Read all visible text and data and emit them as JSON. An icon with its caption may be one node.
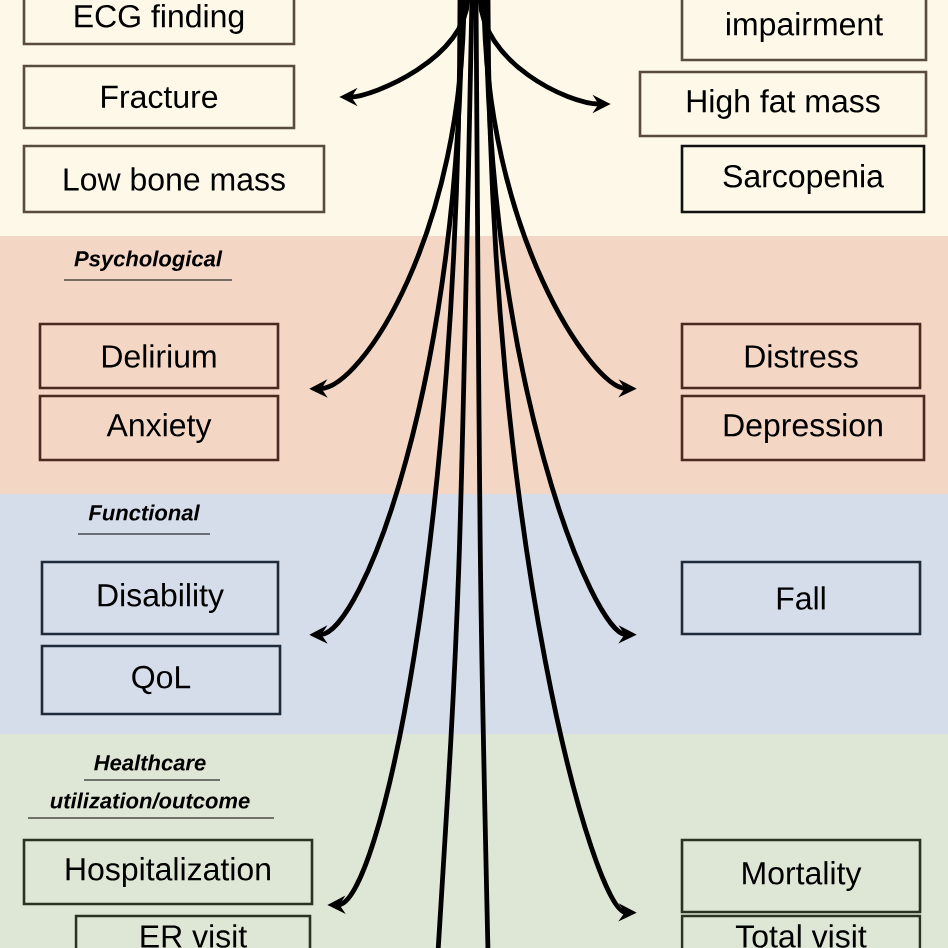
{
  "diagram": {
    "nodes": [
      {
        "text": [
          "ECG finding"
        ]
      },
      {
        "text": [
          "Fracture"
        ]
      },
      {
        "text": [
          "Low bone mass"
        ]
      },
      {
        "text": [
          "impairment"
        ]
      },
      {
        "text": [
          "High fat mass"
        ]
      },
      {
        "text": [
          "Sarcopenia"
        ]
      },
      {
        "text": [
          "Psychological"
        ]
      },
      {
        "text": [
          "Delirium"
        ],
        "in": 6
      },
      {
        "text": [
          "Anxiety"
        ],
        "in": 6
      },
      {
        "text": [
          "Distress"
        ],
        "in": 6
      },
      {
        "text": [
          "Depression"
        ],
        "in": 6
      },
      {
        "text": [
          "Functional"
        ]
      },
      {
        "text": [
          "Disability"
        ],
        "in": 11
      },
      {
        "text": [
          "QoL"
        ],
        "in": 11
      },
      {
        "text": [
          "Fall"
        ],
        "in": 11
      },
      {
        "text": [
          "Healthcare utilization/outcome"
        ]
      },
      {
        "text": [
          "Hospitalization"
        ],
        "in": 15
      },
      {
        "text": [
          "ER visit"
        ],
        "in": 15
      },
      {
        "text": [
          "Mortality"
        ],
        "in": 15
      },
      {
        "text": [
          "Total visit"
        ],
        "in": 15
      }
    ],
    "edges": [
      {
        "from": null,
        "to": 1,
        "arrow": "to"
      },
      {
        "from": null,
        "to": 4,
        "arrow": "to"
      },
      {
        "from": null,
        "to": 7,
        "arrow": "to"
      },
      {
        "from": null,
        "to": 9,
        "arrow": "to"
      },
      {
        "from": null,
        "to": 12,
        "arrow": "to"
      },
      {
        "from": null,
        "to": 14,
        "arrow": "to"
      },
      {
        "from": null,
        "to": 16,
        "arrow": "to"
      },
      {
        "from": null,
        "to": 18,
        "arrow": "to"
      }
    ]
  }
}
